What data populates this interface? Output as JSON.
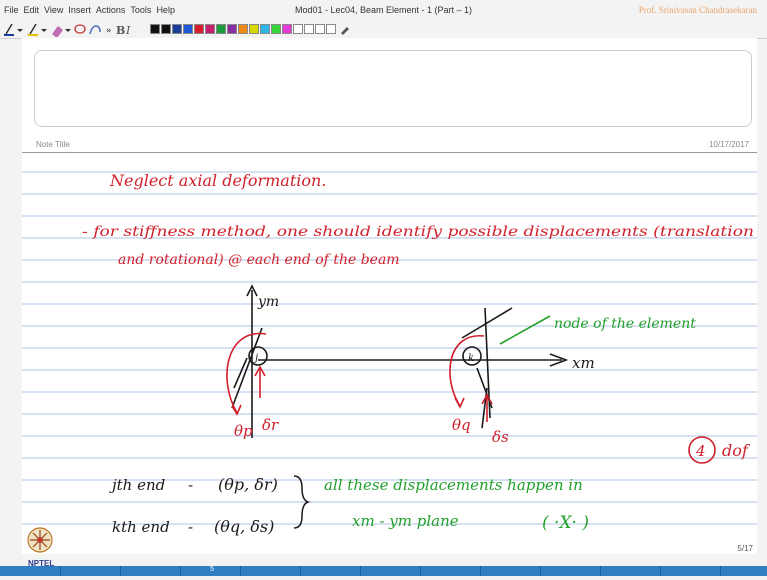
{
  "menu": [
    "File",
    "Edit",
    "View",
    "Insert",
    "Actions",
    "Tools",
    "Help"
  ],
  "window_title": "Mod01 - Lec04, Beam Element - 1 (Part – 1)",
  "author": "Prof. Srinivasan Chandrasekaran",
  "note": {
    "title_label": "Note Title",
    "date": "10/17/2017"
  },
  "page_number": "5/17",
  "bottom_label": "5",
  "colors": {
    "ink_red": "#d21f2b",
    "ink_green": "#22a02c",
    "ink_black": "#1a1a1a",
    "rule_blue": "#aec3e6",
    "taskbar": "#2f7ec2"
  },
  "handwriting": {
    "line1": "Neglect axial deformation.",
    "line2": "- for stiffness method, one should identify possible displacements (translation",
    "line3": "and rotational) @ each end of the beam",
    "node_label": "node of the element",
    "axis_y": "ym",
    "axis_x": "xm",
    "node_j": "j",
    "node_k": "k",
    "theta_p": "θp",
    "delta_r": "δr",
    "theta_q": "θq",
    "delta_s": "δs",
    "dof_num": "4",
    "dof_text": "dof",
    "jth": "jth end",
    "kth": "kth end",
    "dash1": "-",
    "dash2": "-",
    "pair1": "(θp, δr)",
    "pair2": "(θq, δs)",
    "green1": "all these displacements happen in",
    "green2": "xm - ym plane",
    "green3": "( ·X· )"
  }
}
